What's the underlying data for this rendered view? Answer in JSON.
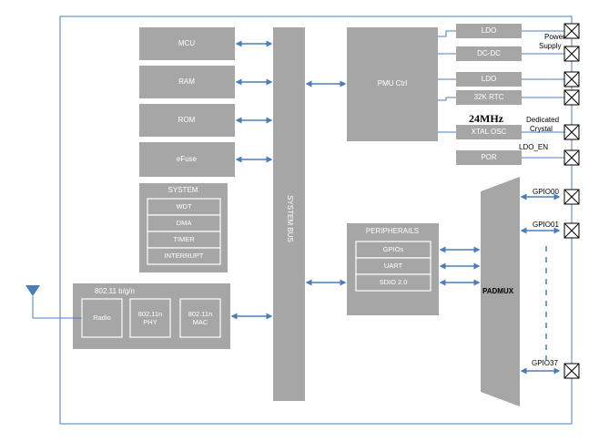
{
  "blocks": {
    "mcu": "MCU",
    "ram": "RAM",
    "rom": "ROM",
    "efuse": "eFuse",
    "system_bus": "SYSTEM BUS",
    "pmu_ctrl": "PMU Ctrl",
    "padmux": "PADMUX"
  },
  "system": {
    "title": "SYSTEM",
    "items": [
      "WDT",
      "DMA",
      "TIMER",
      "INTERRUPT"
    ]
  },
  "wifi": {
    "title": "802.11 b/g/n",
    "radio": "Radio",
    "phy": "802.11n PHY",
    "mac": "802.11n MAC"
  },
  "peripherals": {
    "title": "PERIPHERAILS",
    "items": [
      "GPIOs",
      "UART",
      "SDIO 2.0"
    ]
  },
  "power": {
    "items": [
      "LDO",
      "DC-DC",
      "LDO",
      "32K RTC",
      "XTAL OSC",
      "POR"
    ],
    "power_supply_label": "Power Supply",
    "xtal_freq": "24MHz",
    "dedicated_crystal_label": "Dedicated Crystal",
    "ldo_en_label": "LDO_EN"
  },
  "gpio": {
    "labels": [
      "GPIO00",
      "GPIO01",
      "GPIO37"
    ]
  },
  "colors": {
    "block": "#a6a6a6",
    "arrow": "#4a7ebb",
    "border": "#4a7ebb"
  }
}
